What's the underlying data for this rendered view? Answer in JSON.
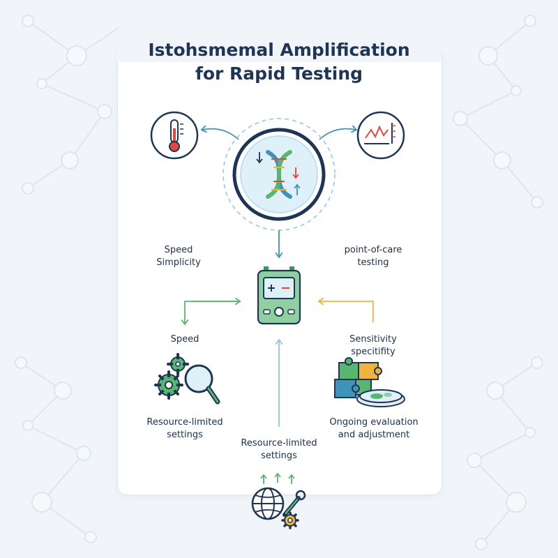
{
  "title": {
    "line1": "Istohsmemal Amplification",
    "line2": "for Rapid Testing"
  },
  "labels": {
    "top_left": [
      "Speed",
      "Simplicity"
    ],
    "top_right": [
      "point-of-care",
      "testing"
    ],
    "mid_left": "Speed",
    "mid_right": [
      "Sensitivity",
      "specitifity"
    ],
    "bottom_left": [
      "Resource-limited",
      "settings"
    ],
    "bottom_center": [
      "Resource-limited",
      "settings"
    ],
    "bottom_right": [
      "Ongoing evaluation",
      "and adjustment"
    ]
  },
  "colors": {
    "navy": "#1d3557",
    "teal": "#3d93b8",
    "green": "#59b66e",
    "orange": "#f0b43c",
    "red": "#e2483d",
    "light_blue": "#dff1f8"
  },
  "icons": [
    "thermometer-icon",
    "dna-icon",
    "chart-monitor-icon",
    "test-device-icon",
    "gears-magnifier-icon",
    "puzzle-petri-dish-icon",
    "globe-wrench-gear-icon"
  ]
}
